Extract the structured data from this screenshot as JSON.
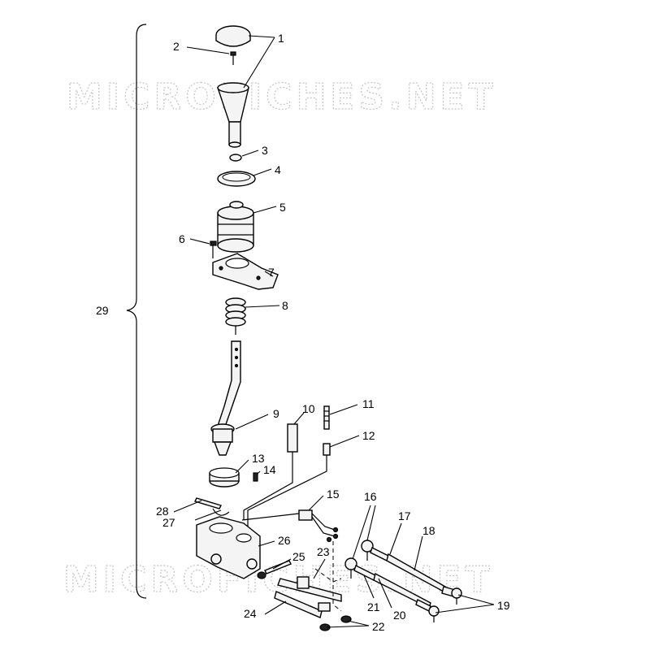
{
  "watermark": "MICROFICHES.NET",
  "callouts": {
    "n1": "1",
    "n2": "2",
    "n3": "3",
    "n4": "4",
    "n5": "5",
    "n6": "6",
    "n7": "7",
    "n8": "8",
    "n9": "9",
    "n10": "10",
    "n11": "11",
    "n12": "12",
    "n13": "13",
    "n14": "14",
    "n15": "15",
    "n16": "16",
    "n17": "17",
    "n18": "18",
    "n19": "19",
    "n20": "20",
    "n21": "21",
    "n22": "22",
    "n23": "23",
    "n24": "24",
    "n25": "25",
    "n26": "26",
    "n27": "27",
    "n28": "28",
    "n29": "29"
  },
  "colors": {
    "ink": "#000000",
    "watermark": "#c8c8c8",
    "paper": "#ffffff"
  }
}
